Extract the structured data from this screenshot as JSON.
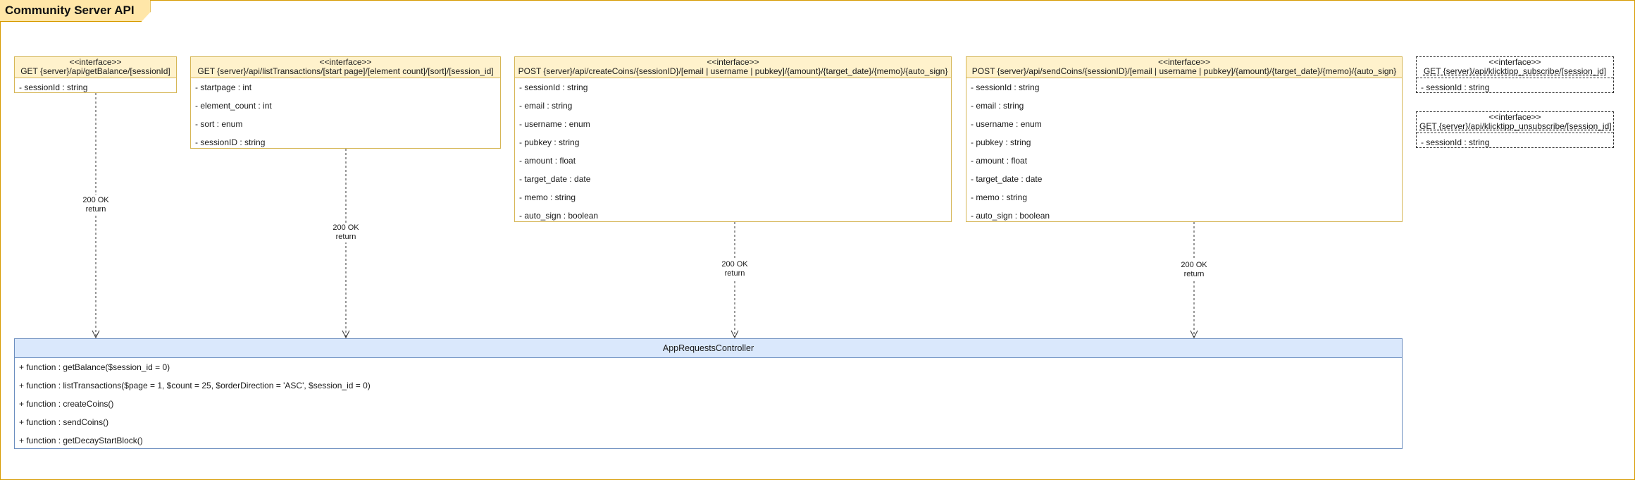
{
  "frame": {
    "title": "Community Server API"
  },
  "interfaces": [
    {
      "stereotype": "<<interface>>",
      "name": "GET {server}/api/getBalance/[sessionId]",
      "fields": [
        "- sessionId : string"
      ]
    },
    {
      "stereotype": "<<interface>>",
      "name": "GET {server}/api/listTransactions/[start page]/[element count]/[sort]/[session_id]",
      "fields": [
        "- startpage : int",
        "- element_count : int",
        "- sort : enum",
        "- sessionID : string"
      ]
    },
    {
      "stereotype": "<<interface>>",
      "name": "POST {server}/api/createCoins/{sessionID}/[email | username | pubkey]/{amount}/{target_date}/{memo}/{auto_sign}",
      "fields": [
        "- sessionId : string",
        "- email : string",
        "- username : enum",
        "- pubkey : string",
        "- amount : float",
        "- target_date : date",
        "- memo : string",
        "- auto_sign : boolean"
      ]
    },
    {
      "stereotype": "<<interface>>",
      "name": "POST {server}/api/sendCoins/{sessionID}/[email | username | pubkey]/{amount}/{target_date}/{memo}/{auto_sign}",
      "fields": [
        "- sessionId : string",
        "- email : string",
        "- username : enum",
        "- pubkey : string",
        "- amount : float",
        "- target_date : date",
        "- memo : string",
        "- auto_sign : boolean"
      ]
    },
    {
      "stereotype": "<<interface>>",
      "name": "GET {server}/api/klicktipp_subscribe/[session_id]",
      "fields": [
        "- sessionId : string"
      ]
    },
    {
      "stereotype": "<<interface>>",
      "name": "GET {server}/api/klicktipp_unsubscribe/[session_id]",
      "fields": [
        "- sessionId : string"
      ]
    }
  ],
  "controller": {
    "name": "AppRequestsController",
    "methods": [
      "+ function : getBalance($session_id = 0)",
      "+ function : listTransactions($page = 1, $count = 25, $orderDirection = 'ASC', $session_id = 0)",
      "+ function : createCoins()",
      "+ function : sendCoins()",
      "+ function : getDecayStartBlock()"
    ]
  },
  "links": [
    {
      "status": "200 OK",
      "action": "return"
    },
    {
      "status": "200 OK",
      "action": "return"
    },
    {
      "status": "200 OK",
      "action": "return"
    },
    {
      "status": "200 OK",
      "action": "return"
    }
  ],
  "colors": {
    "frame_border": "#d79b00",
    "frame_tab_fill": "#ffe6a8",
    "interface_border": "#d6b656",
    "interface_header": "#fff2cc",
    "controller_border": "#6c8ebf",
    "controller_header": "#dae8fc"
  }
}
